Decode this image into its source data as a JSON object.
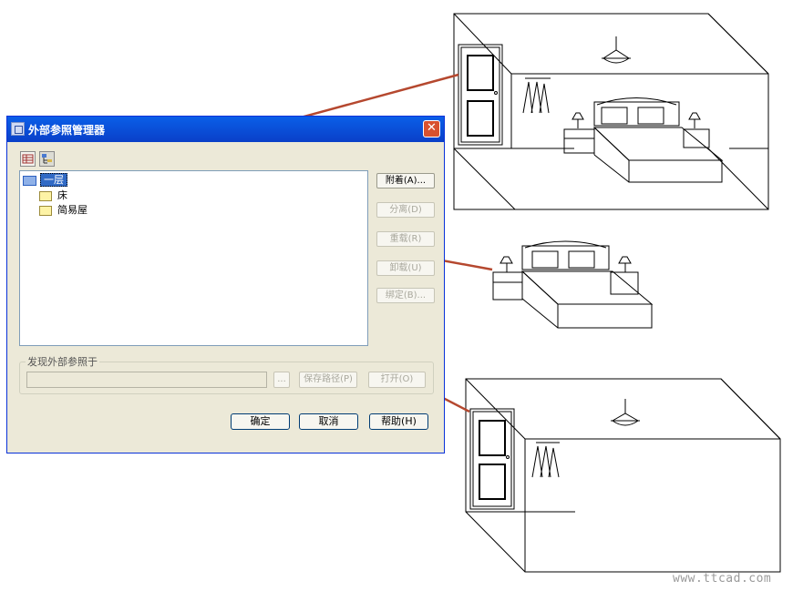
{
  "dialog": {
    "title": "外部参照管理器",
    "close_symbol": "✕",
    "tree": {
      "root_label": "一层",
      "children": [
        "床",
        "简易屋"
      ]
    },
    "side_buttons": [
      "附着(A)...",
      "分离(D)",
      "重载(R)",
      "卸载(U)",
      "绑定(B)..."
    ],
    "found_at": {
      "label": "发现外部参照于",
      "browse_label": "...",
      "save_path_label": "保存路径(P)",
      "open_label": "打开(O)"
    },
    "footer": {
      "ok": "确定",
      "cancel": "取消",
      "help": "帮助(H)"
    }
  },
  "callout_color": "#b5482f",
  "watermark": "www.ttcad.com"
}
